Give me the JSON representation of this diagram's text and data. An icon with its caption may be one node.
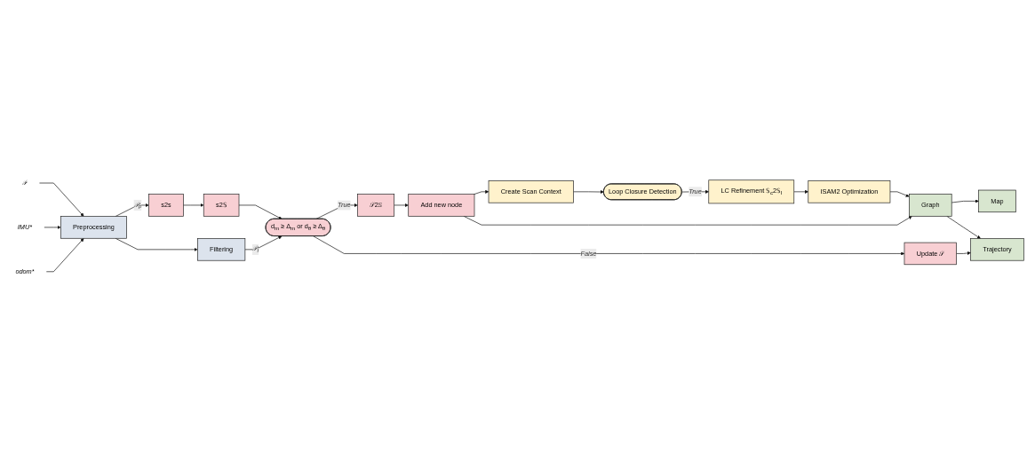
{
  "diagram": {
    "nodes": [
      {
        "text": [
          "𝒫"
        ]
      },
      {
        "text": [
          "IMU*"
        ]
      },
      {
        "text": [
          "odom*"
        ]
      },
      {
        "text": [
          "Preprocessing"
        ]
      },
      {
        "text": [
          "s2s"
        ]
      },
      {
        "text": [
          "s2𝕊"
        ]
      },
      {
        "text": [
          "Filtering"
        ]
      },
      {
        "text": [
          "d$_{m}$ ≥ Δ$_{m}$ or d$_{θ}$ ≥ Δ$_{θ}$"
        ]
      },
      {
        "text": [
          "𝒮2𝕊"
        ]
      },
      {
        "text": [
          "Update 𝒮"
        ]
      },
      {
        "text": [
          "Add new node"
        ]
      },
      {
        "text": [
          "Create Scan Context"
        ]
      },
      {
        "text": [
          "Loop Closure Detection"
        ]
      },
      {
        "text": [
          "LC Refinement 𝕊$_{c}$2𝕊$_{l}$"
        ]
      },
      {
        "text": [
          "ISAM2 Optimization"
        ]
      },
      {
        "text": [
          "Graph"
        ]
      },
      {
        "text": [
          "Map"
        ]
      },
      {
        "text": [
          "Trajectory"
        ]
      }
    ],
    "edges": [
      {
        "from": 0,
        "to": 3,
        "arrow": "to"
      },
      {
        "from": 1,
        "to": 3,
        "arrow": "to"
      },
      {
        "from": 2,
        "to": 3,
        "arrow": "to"
      },
      {
        "from": 3,
        "to": 4,
        "arrow": "to",
        "label": "𝒫$_{p}$"
      },
      {
        "from": 3,
        "to": 6,
        "arrow": "to"
      },
      {
        "from": 4,
        "to": 5,
        "arrow": "to"
      },
      {
        "from": 5,
        "to": 7,
        "arrow": "to"
      },
      {
        "from": 6,
        "to": 7,
        "arrow": "to",
        "label": "𝒫$_{f}$"
      },
      {
        "from": 7,
        "to": 8,
        "arrow": "to",
        "label": "True"
      },
      {
        "from": 7,
        "to": 9,
        "arrow": "to",
        "label": "False"
      },
      {
        "from": 8,
        "to": 10,
        "arrow": "to"
      },
      {
        "from": 10,
        "to": 11,
        "arrow": "to"
      },
      {
        "from": 11,
        "to": 12,
        "arrow": "to"
      },
      {
        "from": 12,
        "to": 13,
        "arrow": "to",
        "label": "True"
      },
      {
        "from": 13,
        "to": 14,
        "arrow": "to"
      },
      {
        "from": 14,
        "to": 15,
        "arrow": "to"
      },
      {
        "from": 10,
        "to": 15,
        "arrow": "to"
      },
      {
        "from": 15,
        "to": 16,
        "arrow": "to"
      },
      {
        "from": 15,
        "to": 17,
        "arrow": "to"
      },
      {
        "from": 9,
        "to": 17,
        "arrow": "to"
      }
    ]
  }
}
